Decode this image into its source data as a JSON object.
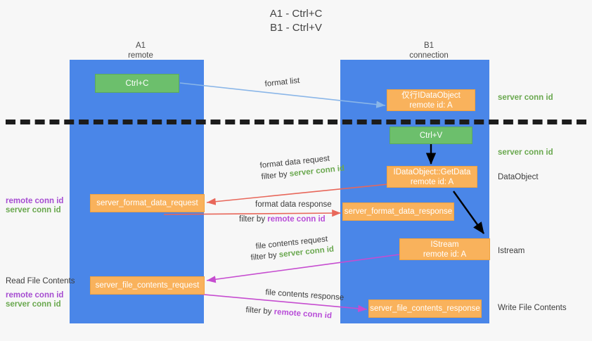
{
  "title": {
    "line1": "A1 - Ctrl+C",
    "line2": "B1 - Ctrl+V"
  },
  "columns": [
    {
      "name": "A1",
      "sub": "remote"
    },
    {
      "name": "B1",
      "sub": "connection"
    }
  ],
  "nodes": {
    "ctrl_c": "Ctrl+C",
    "ctrl_v": "Ctrl+V",
    "idataobject_title": "仅行IDataObject",
    "idataobject_sub": "remote id: A",
    "getdata_title": "IDataObject::GetData",
    "getdata_sub": "remote id: A",
    "istream_title": "IStream",
    "istream_sub": "remote id: A",
    "server_format_data_request": "server_format_data_request",
    "server_format_data_response": "server_format_data_response",
    "server_file_contents_request": "server_file_contents_request",
    "server_file_contents_response": "server_file_contents_response"
  },
  "edge_labels": {
    "format_list": "format list",
    "format_data_request": "format data request",
    "format_data_request_filter_prefix": "filter by ",
    "format_data_request_filter_value": "server conn id",
    "format_data_response": "format data response",
    "format_data_response_filter_prefix": "filter by ",
    "format_data_response_filter_value": "remote conn id",
    "file_contents_request": "file contents request",
    "file_contents_request_filter_prefix": "filter by ",
    "file_contents_request_filter_value": "server conn id",
    "file_contents_response": "file contents response",
    "file_contents_response_filter_prefix": "filter by ",
    "file_contents_response_filter_value": "remote conn id"
  },
  "right_labels": {
    "server_conn_id_top": "server conn id",
    "server_conn_id_mid": "server conn id",
    "dataobject": "DataObject",
    "istream": "Istream",
    "write_file_contents": "Write File Contents"
  },
  "left_labels": {
    "remote_conn_id_top": "remote conn id",
    "server_conn_id_top": "server conn id",
    "read_file_contents": "Read File Contents",
    "remote_conn_id_bottom": "remote conn id",
    "server_conn_id_bottom": "server conn id"
  },
  "colors": {
    "lane": "#4a86e8",
    "green_node": "#6cbf6c",
    "orange_node": "#f9b25c",
    "green_text": "#6aa84f",
    "purple_text": "#b84dd8",
    "blue_arrow": "#8ab6e8",
    "red_arrow": "#e8675a",
    "magenta_arrow": "#c64dd0",
    "black_arrow": "#000000",
    "background": "#f7f7f7"
  }
}
